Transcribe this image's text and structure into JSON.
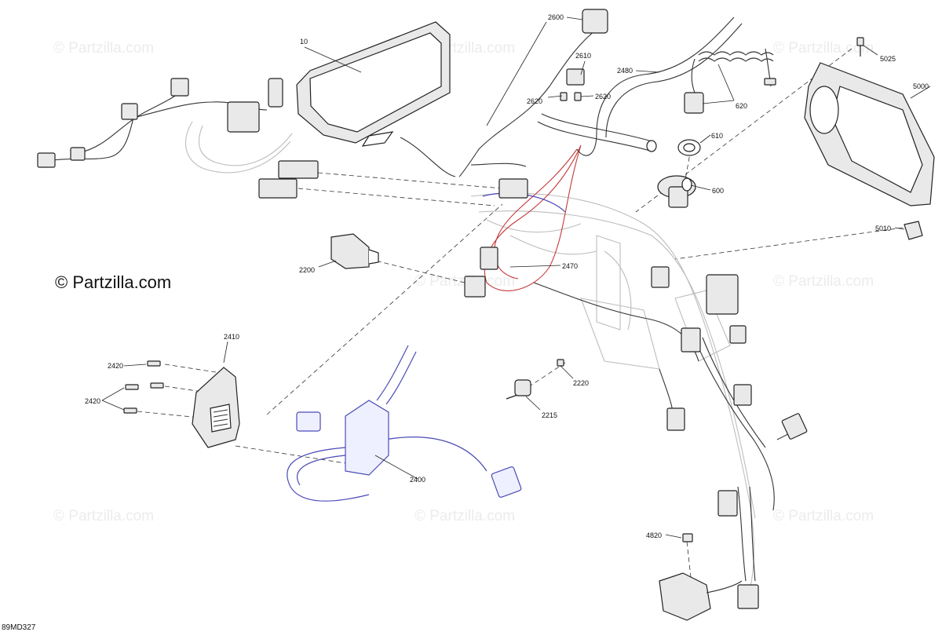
{
  "watermarks": {
    "small": "© Partzilla.com",
    "main": "© Partzilla.com"
  },
  "diagram_code": "89MD327",
  "callouts": {
    "c10": "10",
    "c2600": "2600",
    "c2610": "2610",
    "c2620a": "2620",
    "c2620b": "2620",
    "c2480": "2480",
    "c620": "620",
    "c610": "610",
    "c600": "600",
    "c5025": "5025",
    "c5000": "5000",
    "c5010": "5010",
    "c2200": "2200",
    "c2470": "2470",
    "c2410": "2410",
    "c2420a": "2420",
    "c2420b": "2420",
    "c2400": "2400",
    "c2220": "2220",
    "c2215": "2215",
    "c4820": "4820"
  }
}
